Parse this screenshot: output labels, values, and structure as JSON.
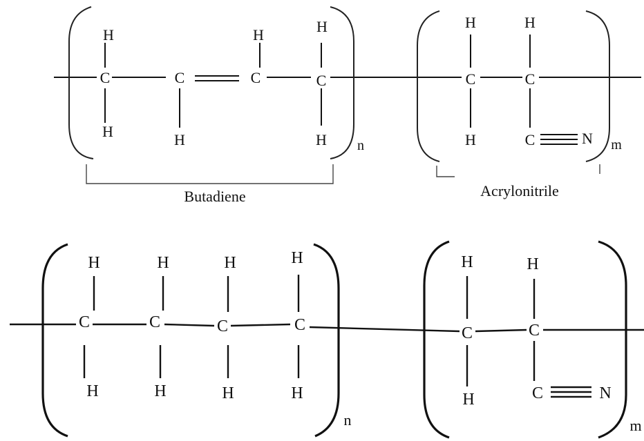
{
  "structures": [
    {
      "id": "nbr",
      "blocks": [
        {
          "id": "butadiene",
          "label": "Butadiene",
          "subscript": "n",
          "backbone": [
            "C",
            "C",
            "C",
            "C"
          ],
          "top": [
            "H",
            "",
            "H",
            "H"
          ],
          "bottom": [
            "H",
            "H",
            "",
            "H"
          ],
          "double_bond_between": [
            1,
            2
          ]
        },
        {
          "id": "acrylonitrile",
          "label": "Acrylonitrile",
          "subscript": "m",
          "backbone": [
            "C",
            "C"
          ],
          "top": [
            "H",
            "H"
          ],
          "bottom": [
            "H",
            "C"
          ],
          "nitrile_nitrogen": "N"
        }
      ]
    },
    {
      "id": "hnbr",
      "blocks": [
        {
          "id": "hydrogenated-butadiene",
          "subscript": "n",
          "backbone": [
            "C",
            "C",
            "C",
            "C"
          ],
          "top": [
            "H",
            "H",
            "H",
            "H"
          ],
          "bottom": [
            "H",
            "H",
            "H",
            "H"
          ]
        },
        {
          "id": "acrylonitrile-2",
          "subscript": "m",
          "backbone": [
            "C",
            "C"
          ],
          "top": [
            "H",
            "H"
          ],
          "bottom": [
            "H",
            "C"
          ],
          "nitrile_nitrogen": "N"
        }
      ]
    }
  ]
}
